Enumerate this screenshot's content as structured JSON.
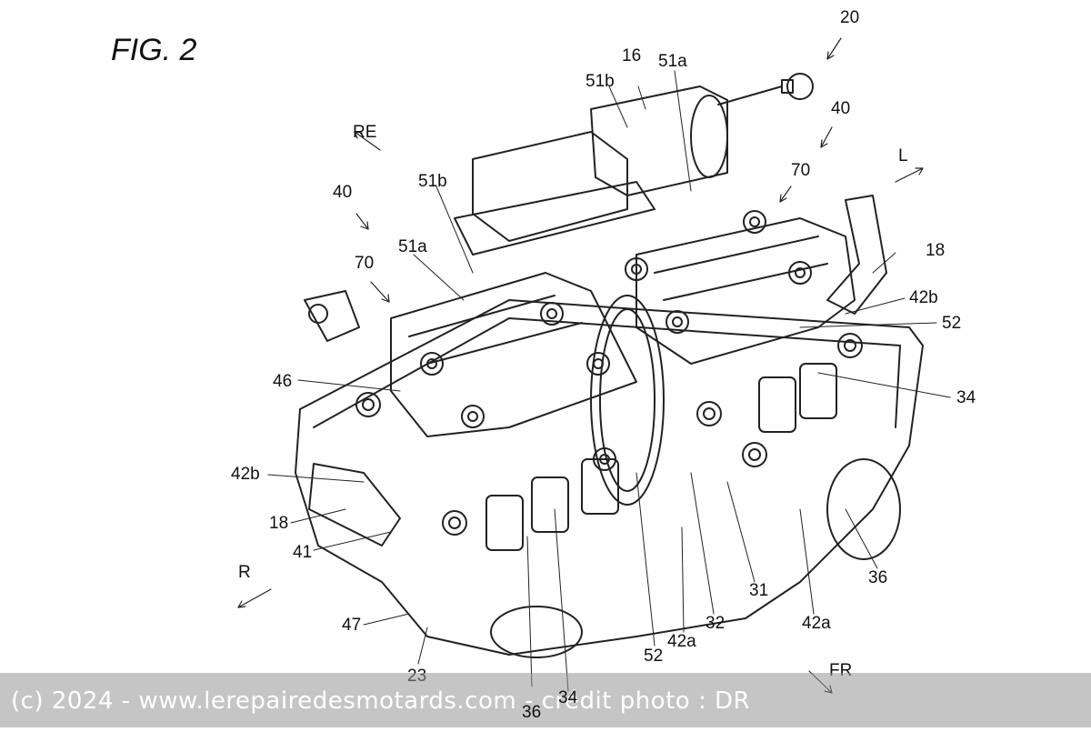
{
  "figure": {
    "title": "FIG. 2",
    "labels": {
      "l20": "20",
      "l16": "16",
      "l51a_top": "51a",
      "l51b_top": "51b",
      "l40_right": "40",
      "l40_left": "40",
      "lRE": "RE",
      "lL": "L",
      "l70_right": "70",
      "l70_left": "70",
      "l51b_left": "51b",
      "l51a_left": "51a",
      "l18_right": "18",
      "l42b_right": "42b",
      "l52_right": "52",
      "l34": "34",
      "l46": "46",
      "l42b_left": "42b",
      "l18_left": "18",
      "l41": "41",
      "lR": "R",
      "l47": "47",
      "l23": "23",
      "l36_bottom": "36",
      "l34_bottom": "34",
      "l52_bottom": "52",
      "l42a_mid": "42a",
      "l32": "32",
      "l31": "31",
      "l42a_right": "42a",
      "l36_right": "36",
      "lFR": "FR"
    }
  },
  "watermark": {
    "text": "(c) 2024 - www.lerepairedesmotards.com - crédit photo : DR"
  }
}
